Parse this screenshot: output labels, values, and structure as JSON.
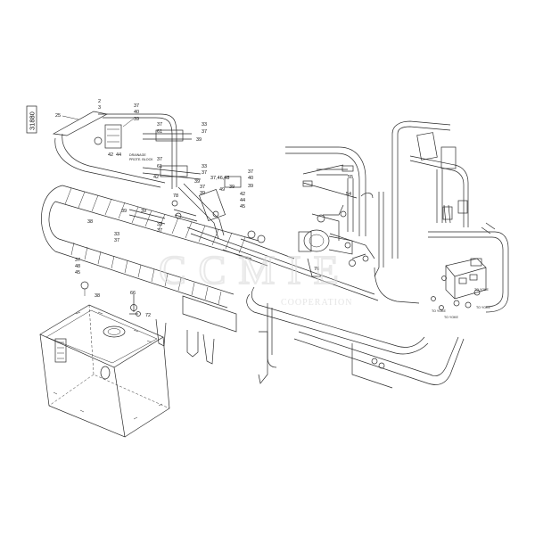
{
  "drawing": {
    "sheet_number": "31880"
  },
  "watermark": {
    "brand": "CCMIE",
    "tagline": "COOPERATION"
  },
  "callouts": [
    {
      "id": "c25",
      "text": "25"
    },
    {
      "id": "c2",
      "text": "2"
    },
    {
      "id": "c3",
      "text": "3"
    },
    {
      "id": "c37a",
      "text": "37"
    },
    {
      "id": "c40a",
      "text": "40"
    },
    {
      "id": "c39a",
      "text": "39"
    },
    {
      "id": "c42a",
      "text": "42"
    },
    {
      "id": "c44a",
      "text": "44"
    },
    {
      "id": "c37b",
      "text": "37"
    },
    {
      "id": "c61a",
      "text": "61"
    },
    {
      "id": "c33a",
      "text": "33"
    },
    {
      "id": "c37c",
      "text": "37"
    },
    {
      "id": "c39b",
      "text": "39"
    },
    {
      "id": "c37d",
      "text": "37"
    },
    {
      "id": "c61b",
      "text": "61"
    },
    {
      "id": "c33b",
      "text": "33"
    },
    {
      "id": "c37e",
      "text": "37"
    },
    {
      "id": "c42b",
      "text": "42"
    },
    {
      "id": "c39c",
      "text": "39"
    },
    {
      "id": "c37f",
      "text": "37"
    },
    {
      "id": "c40b",
      "text": "40"
    },
    {
      "id": "c39d",
      "text": "39"
    },
    {
      "id": "c37g",
      "text": "37"
    },
    {
      "id": "c39e",
      "text": "39"
    },
    {
      "id": "c374648",
      "text": "37,46,48"
    },
    {
      "id": "c49",
      "text": "49"
    },
    {
      "id": "c39f",
      "text": "39"
    },
    {
      "id": "c42c",
      "text": "42"
    },
    {
      "id": "c44b",
      "text": "44"
    },
    {
      "id": "c45a",
      "text": "45"
    },
    {
      "id": "c78",
      "text": "78"
    },
    {
      "id": "c38a",
      "text": "38"
    },
    {
      "id": "c39g",
      "text": "39"
    },
    {
      "id": "c33c",
      "text": "33"
    },
    {
      "id": "c37h",
      "text": "37"
    },
    {
      "id": "c39h",
      "text": "39"
    },
    {
      "id": "c33d",
      "text": "33"
    },
    {
      "id": "c37i",
      "text": "37"
    },
    {
      "id": "c55",
      "text": "55"
    },
    {
      "id": "c54",
      "text": "54"
    },
    {
      "id": "c37j",
      "text": "37"
    },
    {
      "id": "c48",
      "text": "48"
    },
    {
      "id": "c45b",
      "text": "45"
    },
    {
      "id": "c38b",
      "text": "38"
    },
    {
      "id": "c66",
      "text": "66"
    },
    {
      "id": "c72",
      "text": "72"
    },
    {
      "id": "c76",
      "text": "76"
    }
  ],
  "notes": [
    {
      "id": "n1",
      "text": "DRAINAGE"
    },
    {
      "id": "n2",
      "text": "PROTE. BLOCK"
    },
    {
      "id": "n3",
      "text": "TO YOKE"
    },
    {
      "id": "n4",
      "text": "TO YOKE"
    },
    {
      "id": "n5",
      "text": "TO YOKE"
    },
    {
      "id": "n6",
      "text": "TO YOKE"
    }
  ]
}
